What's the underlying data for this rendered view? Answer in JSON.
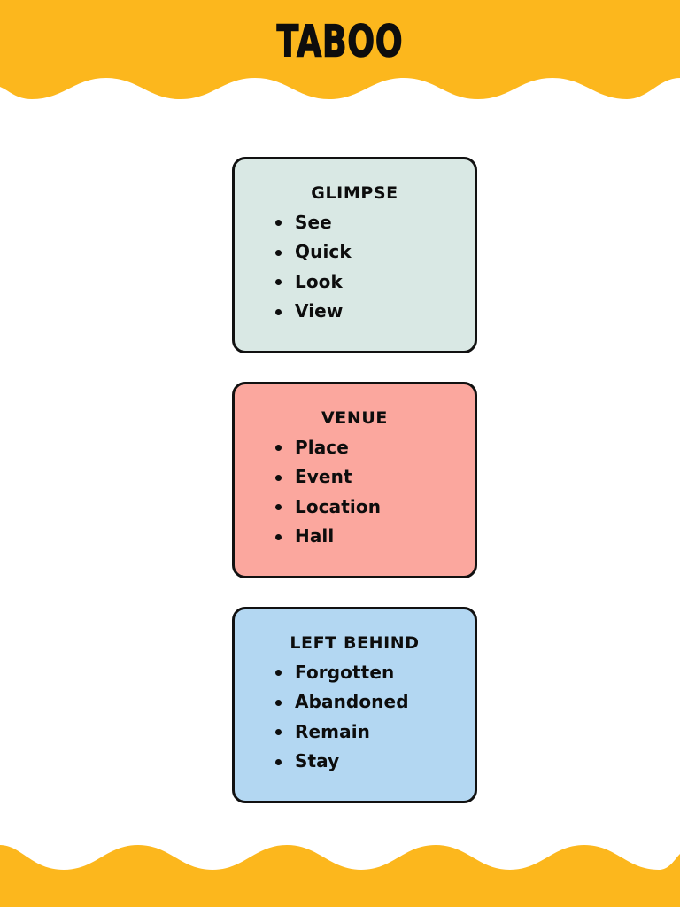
{
  "page": {
    "title": "TABOO",
    "background_color": "#ffffff",
    "banner_color": "#fcb71d",
    "text_color": "#0d0d0d"
  },
  "header": {
    "title": "TABOO",
    "wave_shape": "wavy-edge"
  },
  "cards": [
    {
      "title": "GLIMPSE",
      "background_color": "#d9e8e4",
      "border_color": "#111111",
      "items": [
        "See",
        "Quick",
        "Look",
        "View"
      ]
    },
    {
      "title": "VENUE",
      "background_color": "#fba79e",
      "border_color": "#111111",
      "items": [
        "Place",
        "Event",
        "Location",
        "Hall"
      ]
    },
    {
      "title": "LEFT BEHIND",
      "background_color": "#b3d7f2",
      "border_color": "#111111",
      "items": [
        "Forgotten",
        "Abandoned",
        "Remain",
        "Stay"
      ]
    }
  ],
  "footer": {
    "wave_shape": "wavy-edge"
  }
}
